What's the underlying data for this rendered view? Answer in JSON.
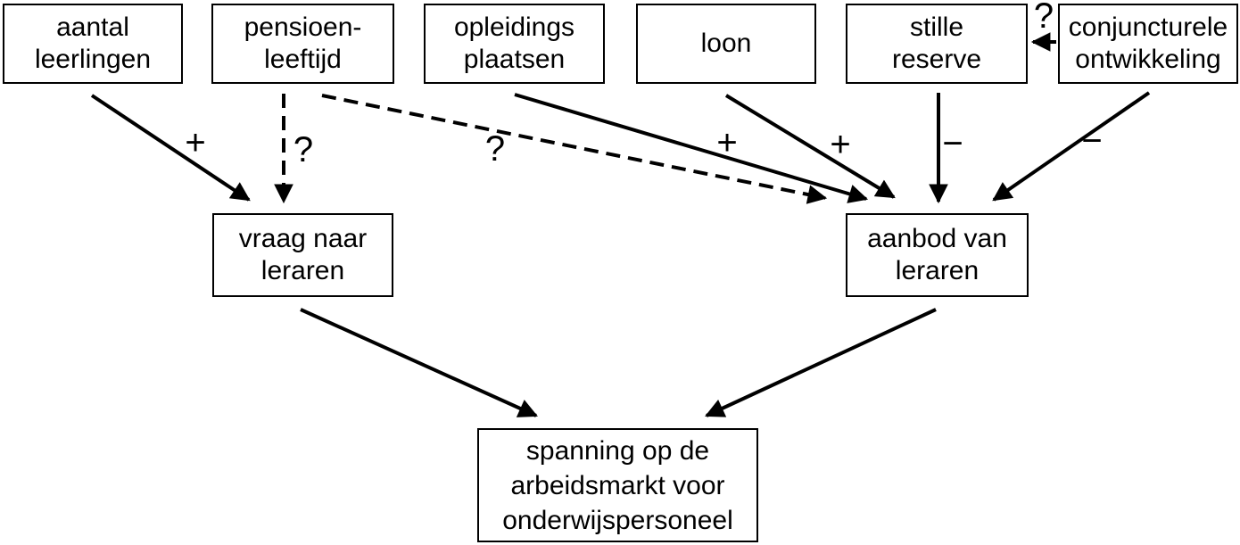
{
  "diagram": {
    "background_color": "#ffffff",
    "line_color": "#000000",
    "text_color": "#000000",
    "nodes": {
      "aantal_leerlingen": {
        "label": "aantal\nleerlingen"
      },
      "pensioen_leeftijd": {
        "label": "pensioen-\nleeftijd"
      },
      "opleidings_plaatsen": {
        "label": "opleidings\nplaatsen"
      },
      "loon": {
        "label": "loon"
      },
      "stille_reserve": {
        "label": "stille\nreserve"
      },
      "conjuncturele_ontwikkeling": {
        "label": "conjuncturele\nontwikkeling"
      },
      "vraag_naar_leraren": {
        "label": "vraag naar\nleraren"
      },
      "aanbod_van_leraren": {
        "label": "aanbod van\nleraren"
      },
      "spanning_arbeidsmarkt": {
        "label": "spanning op de\narbeidsmarkt voor\nonderwijspersoneel"
      }
    },
    "edges": [
      {
        "from": "aantal leerlingen",
        "to": "vraag naar leraren",
        "label": "+",
        "style": "solid"
      },
      {
        "from": "pensioen-leeftijd",
        "to": "vraag naar leraren",
        "label": "?",
        "style": "dashed"
      },
      {
        "from": "pensioen-leeftijd",
        "to": "aanbod van leraren",
        "label": "?",
        "style": "dashed"
      },
      {
        "from": "opleidings plaatsen",
        "to": "aanbod van leraren",
        "label": "+",
        "style": "solid"
      },
      {
        "from": "loon",
        "to": "aanbod van leraren",
        "label": "+",
        "style": "solid"
      },
      {
        "from": "stille reserve",
        "to": "aanbod van leraren",
        "label": "−",
        "style": "solid"
      },
      {
        "from": "conjuncturele ontwikkeling",
        "to": "aanbod van leraren",
        "label": "−",
        "style": "solid"
      },
      {
        "from": "conjuncturele ontwikkeling",
        "to": "stille reserve",
        "label": "?",
        "style": "solid"
      },
      {
        "from": "vraag naar leraren",
        "to": "spanning op de arbeidsmarkt voor onderwijspersoneel",
        "label": "",
        "style": "solid"
      },
      {
        "from": "aanbod van leraren",
        "to": "spanning op de arbeidsmarkt voor onderwijspersoneel",
        "label": "",
        "style": "solid"
      }
    ]
  }
}
